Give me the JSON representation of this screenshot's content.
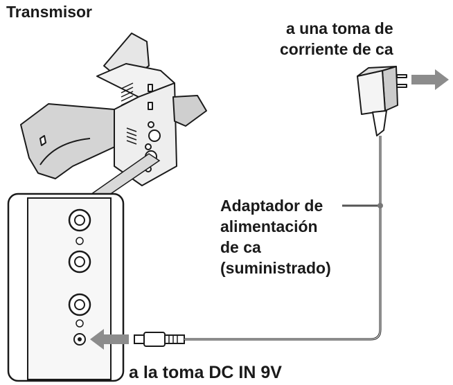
{
  "labels": {
    "transmitter": "Transmisor",
    "outlet_line1": "a una toma de",
    "outlet_line2": "corriente de ca",
    "adapter_line1": "Adaptador de",
    "adapter_line2": "alimentación",
    "adapter_line3": "de ca",
    "adapter_line4": "(suministrado)",
    "dc_jack": "a la toma DC IN 9V"
  },
  "colors": {
    "ink": "#1a1a1a",
    "arrow_gray": "#8c8c8c",
    "panel_gray": "#d9d9d9",
    "light_gray": "#ededed"
  },
  "icons": [
    "transmitter-unit",
    "ac-adapter-icon",
    "arrow-right-icon",
    "arrow-left-icon",
    "dc-plug-icon"
  ]
}
